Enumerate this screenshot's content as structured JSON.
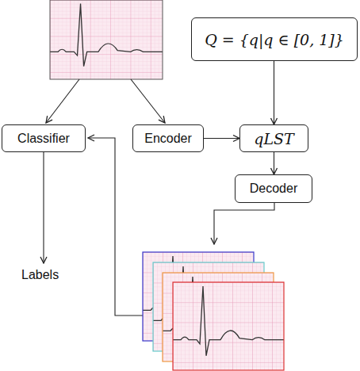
{
  "diagram": {
    "nodes": [
      {
        "text": [
          "Q = {q|q ∈ [0, 1]}"
        ]
      },
      {
        "text": [
          "Classifier"
        ]
      },
      {
        "text": [
          "Encoder"
        ]
      },
      {
        "text": [
          "qLST"
        ]
      },
      {
        "text": [
          "Decoder"
        ]
      }
    ],
    "edges": [
      {
        "from": 2,
        "to": 3,
        "arrow": "to"
      },
      {
        "from": 0,
        "to": 3,
        "arrow": "to"
      },
      {
        "from": 3,
        "to": 4,
        "arrow": "to"
      }
    ],
    "labels": [
      "Labels"
    ]
  }
}
